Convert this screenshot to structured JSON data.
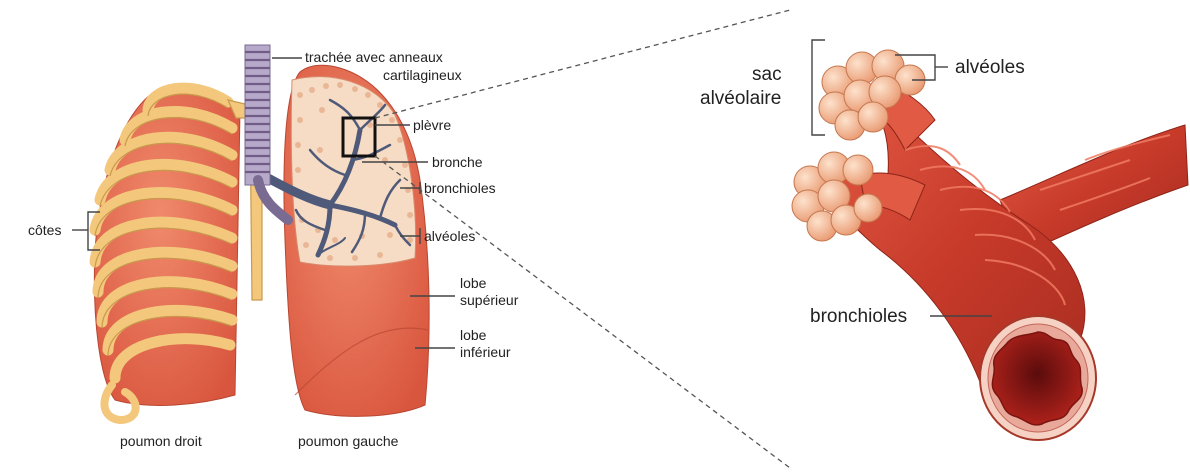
{
  "left_diagram": {
    "labels": {
      "trachea_line1": "trachée avec anneaux",
      "trachea_line2": "cartilagineux",
      "pleura": "plèvre",
      "bronchus": "bronche",
      "bronchioles": "bronchioles",
      "alveoli": "alvéoles",
      "upper_lobe_line1": "lobe",
      "upper_lobe_line2": "supérieur",
      "lower_lobe_line1": "lobe",
      "lower_lobe_line2": "inférieur",
      "ribs": "côtes",
      "right_lung": "poumon droit",
      "left_lung": "poumon gauche"
    }
  },
  "right_diagram": {
    "labels": {
      "sac_line1": "sac",
      "sac_line2": "alvéolaire",
      "alveoli": "alvéoles",
      "bronchioles": "bronchioles"
    }
  },
  "colors": {
    "lung": "#e2694f",
    "rib": "#f3c77c",
    "bronchiole_muscle": "#c0392b",
    "alveoli": "#f5c3a0"
  }
}
